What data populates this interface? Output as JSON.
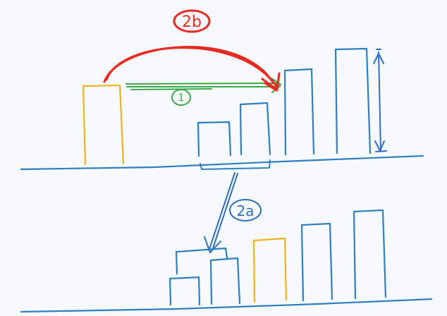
{
  "colors": {
    "background": "#f6f9fd",
    "bar_blue": "#2f7fc1",
    "bar_yellow": "#f2b21c",
    "baseline": "#2f7fc1",
    "step1": "#3aa845",
    "step2b": "#e52b22",
    "step2a": "#2f6fc1"
  },
  "labels": {
    "step1": "1",
    "step2a": "2a",
    "step2b": "2b"
  }
}
